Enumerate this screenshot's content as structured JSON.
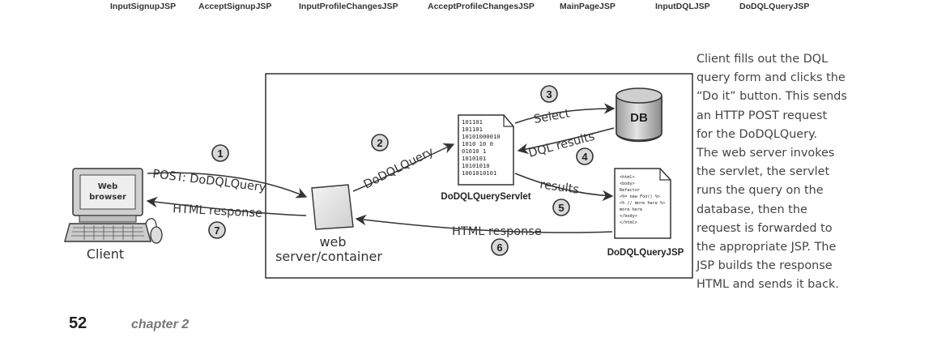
{
  "nav": {
    "items": [
      {
        "label": "InputSignupJSP"
      },
      {
        "label": "AcceptSignupJSP"
      },
      {
        "label": "InputProfileChangesJSP"
      },
      {
        "label": "AcceptProfileChangesJSP"
      },
      {
        "label": "MainPageJSP"
      },
      {
        "label": "InputDQLJSP"
      },
      {
        "label": "DoDQLQueryJSP"
      }
    ]
  },
  "diagram": {
    "client": {
      "screen_label_1": "Web",
      "screen_label_2": "browser",
      "label": "Client"
    },
    "container": {
      "label_1": "web",
      "label_2": "server/container"
    },
    "servlet": {
      "label": "DoDQLQueryServlet",
      "bits": [
        "101101",
        "101101",
        "10101000010",
        "1010  10  0",
        "01010   1",
        "1010101",
        "10101010",
        "1001010101"
      ]
    },
    "db": {
      "label": "DB"
    },
    "jsp": {
      "label": "DoDQLQueryJSP",
      "code": [
        "<html>",
        "<body>",
        "Refactor",
        "<%= new Foo() %>",
        "<% // more here %>",
        "more here",
        "</body>",
        "</html>"
      ]
    },
    "steps": [
      {
        "num": "1",
        "label": "POST: DoDQLQuery"
      },
      {
        "num": "2",
        "label": "DoDQLQuery"
      },
      {
        "num": "3",
        "label": "Select"
      },
      {
        "num": "4",
        "label": "DQL results"
      },
      {
        "num": "5",
        "label": "results"
      },
      {
        "num": "6",
        "label": "HTML response"
      },
      {
        "num": "7",
        "label": "HTML response"
      }
    ]
  },
  "annotation": {
    "lines": [
      "Client fills out the DQL",
      "query form and clicks the",
      "“Do it” button. This sends",
      "an HTTP POST request",
      "for the DoDQLQuery.",
      "The web server invokes",
      "the servlet, the servlet",
      "runs the query on the",
      "database, then the",
      "request is forwarded to",
      "the appropriate JSP. The",
      "JSP builds the response",
      "HTML and sends it back."
    ]
  },
  "footer": {
    "page_number": "52",
    "chapter": "chapter 2"
  }
}
